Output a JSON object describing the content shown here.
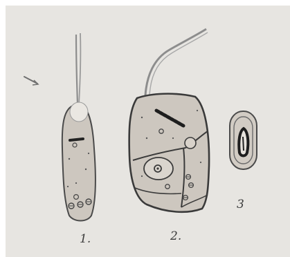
{
  "figure": {
    "labels": {
      "cell1": "1.",
      "cell2": "2.",
      "cell3": "3"
    },
    "colors": {
      "plate": "#e7e5e1",
      "cell_fill": "#cdc7bf",
      "ink": "#3a3a3a",
      "flagellum": "#8d8d8d"
    }
  }
}
